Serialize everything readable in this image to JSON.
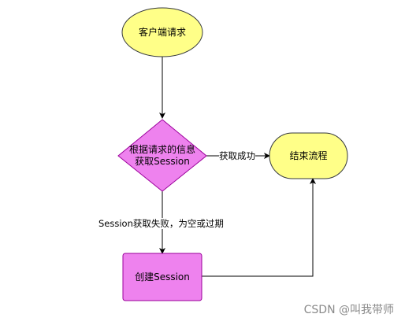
{
  "nodes": {
    "start": {
      "label": "客户端请求",
      "fill": "#ffff88",
      "stroke": "#36393d"
    },
    "decision": {
      "line1": "根据请求的信息",
      "line2": "获取Session",
      "fill": "#ee82ee",
      "stroke": "#9b009b"
    },
    "end": {
      "label": "结束流程",
      "fill": "#ffff88",
      "stroke": "#36393d"
    },
    "create": {
      "label": "创建Session",
      "fill": "#ee82ee",
      "stroke": "#9b009b"
    }
  },
  "edges": {
    "success_label": "获取成功",
    "fail_label": "Session获取失败，为空或过期"
  },
  "watermark": "CSDN @叫我带师"
}
